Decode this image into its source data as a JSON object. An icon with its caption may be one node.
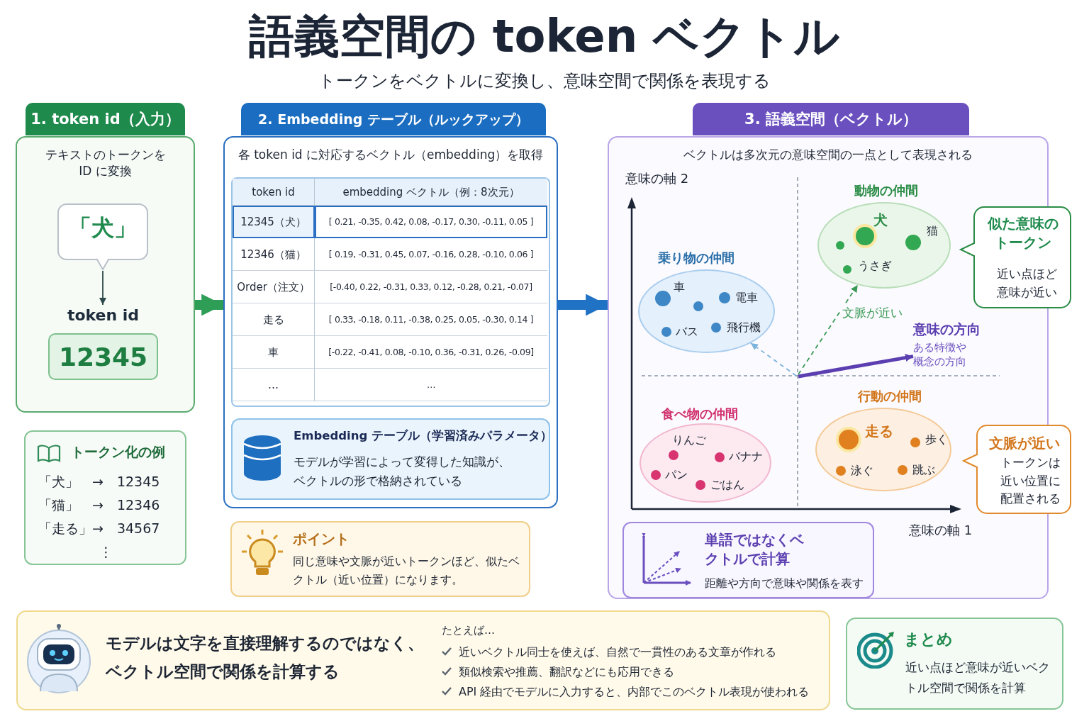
{
  "diagram": {
    "title": "語義空間の token ベクトル",
    "nodes": [
      {
        "text": [
          "1. token id（入力）",
          "テキストのトークンを ID に変換"
        ]
      },
      {
        "text": [
          "「犬」"
        ],
        "in": 0
      },
      {
        "text": [
          "token id",
          "12345"
        ],
        "in": 0
      },
      {
        "text": [
          "トークン化の例",
          "「犬」　→　12345",
          "「猫」　→　12346",
          "「走る」→　34567",
          "⋮"
        ]
      },
      {
        "text": [
          "2. Embedding テーブル（ルックアップ）",
          "各 token id に対応するベクトル（embedding）を取得"
        ]
      },
      {
        "text": [],
        "shape": "box",
        "in": 4
      },
      {
        "text": [
          "Embedding テーブル（学習済みパラメータ）",
          "モデルが学習によって変得した知識が、ベクトルの形で格納されている"
        ],
        "in": 4
      },
      {
        "text": [
          "ポイント",
          "同じ意味や文脈が近いトークンほど、似たベクトル（近い位置）になります。"
        ]
      },
      {
        "text": [
          "3. 語義空間（ベクトル）",
          "ベクトルは多次元の意味空間の一点として表現される"
        ]
      },
      {
        "text": [
          "乗り物の仲間",
          "車",
          "電車",
          "バス",
          "飛行機"
        ],
        "in": 8
      },
      {
        "text": [
          "動物の仲間",
          "犬",
          "猫",
          "うさぎ"
        ],
        "in": 8
      },
      {
        "text": [
          "食べ物の仲間",
          "りんご",
          "バナナ",
          "パン",
          "ごはん"
        ],
        "in": 8
      },
      {
        "text": [
          "行動の仲間",
          "走る",
          "歩く",
          "泳ぐ",
          "跳ぶ"
        ],
        "in": 8
      },
      {
        "text": [
          "似た意味のトークン",
          "近い点ほど意味が近い"
        ]
      },
      {
        "text": [
          "文脈が近い",
          "トークンは近い位置に配置される"
        ]
      },
      {
        "text": [
          "意味の方向",
          "ある特徴や概念の方向"
        ],
        "in": 8
      },
      {
        "text": [
          "単語ではなくベクトルで計算",
          "距離や方向で意味や関係を表す"
        ],
        "in": 8
      },
      {
        "text": [
          "モデルは文字を直接理解するのではなく、ベクトル空間で関係を計算する",
          "たとえば…",
          "近いベクトル同士を使えば、自然で一貫性のある文章が作れる",
          "類似検索や推薦、翻訳などにも応用できる",
          "API 経由でモデルに入力すると、内部でこのベクトル表現が使われる"
        ]
      },
      {
        "text": [
          "まとめ",
          "近い点ほど意味が近いベクトル空間で関係を計算"
        ]
      }
    ],
    "edges": [
      {
        "from": 1,
        "to": 2,
        "arrow": "to"
      },
      {
        "from": 0,
        "to": 4,
        "arrow": "to",
        "style": "thick",
        "color": "#2e9e57"
      },
      {
        "from": 4,
        "to": 8,
        "arrow": "to",
        "style": "thick",
        "color": "#1f72c4"
      },
      {
        "from": null,
        "to": 9,
        "arrow": "to",
        "style": "dashed",
        "color": "#7ab3dc"
      },
      {
        "from": null,
        "to": 10,
        "arrow": "to",
        "label": "文脈が近い",
        "style": "dashed",
        "color": "#3a9a55"
      },
      {
        "from": null,
        "to": 15,
        "arrow": "to",
        "style": "thick",
        "color": "#5b3fb0"
      }
    ],
    "labels": [
      "トークンをベクトルに変換し、意味空間で関係を表現する",
      "意味の軸 2",
      "意味の軸 1",
      "token id",
      "embedding ベクトル（例：8次元）",
      "12345（犬）",
      "[ 0.21, -0.35, 0.42, 0.08, -0.17, 0.30, -0.11, 0.05 ]",
      "12346（猫）",
      "[ 0.19, -0.31, 0.45, 0.07, -0.16, 0.28, -0.10, 0.06 ]",
      "Order（注文）",
      "[-0.40, 0.22, -0.31, 0.33, 0.12, -0.28, 0.21, -0.07]",
      "走る",
      "[ 0.33, -0.18, 0.11, -0.38, 0.25, 0.05, -0.30, 0.14 ]",
      "車",
      "[-0.22, -0.41, 0.08, -0.10, 0.36, -0.31, 0.26, -0.09]",
      "…",
      "…"
    ]
  }
}
